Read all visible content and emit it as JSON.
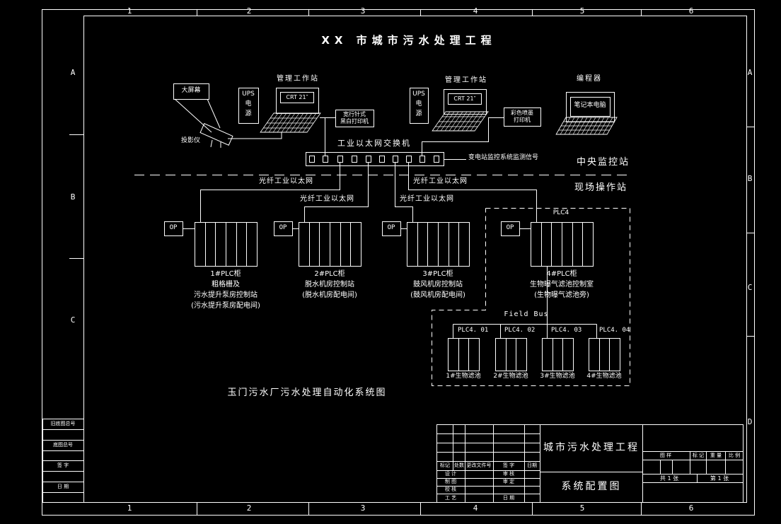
{
  "colors": {
    "background": "#000000",
    "line": "#ffffff"
  },
  "sheet": {
    "title": "XX 市城市污水处理工程",
    "caption": "玉门污水厂污水处理自动化系统图",
    "zones_top": [
      "1",
      "2",
      "3",
      "4",
      "5",
      "6"
    ],
    "zones_bottom": [
      "1",
      "2",
      "3",
      "4",
      "5",
      "6"
    ],
    "zones_left": [
      "A",
      "B",
      "C"
    ],
    "zones_right": [
      "A",
      "B",
      "C",
      "D"
    ]
  },
  "devices": {
    "big_screen": "大屏幕",
    "projector": "投影仪",
    "workstation_label": "管理工作站",
    "ups_lines": [
      "UPS",
      "电",
      "源"
    ],
    "crt": "CRT 21″",
    "printer_bw_lines": [
      "宽行针式",
      "黑白打印机"
    ],
    "printer_color_lines": [
      "彩色喷墨",
      "打印机"
    ],
    "programmer": "编程器",
    "laptop": "笔记本电脑",
    "switch_label": "工业以太网交换机",
    "substation_signal": "变电站监控系统监测信号",
    "central_station": "中央监控站",
    "field_station": "现场操作站",
    "fiber_label": "光纤工业以太网"
  },
  "cabinets": [
    {
      "op": "OP",
      "label_lines": [
        "1#PLC柜",
        "粗格栅及",
        "污水提升泵房控制站",
        "(污水提升泵房配电间)"
      ]
    },
    {
      "op": "OP",
      "label_lines": [
        "2#PLC柜",
        "脱水机房控制站",
        "(脱水机房配电间)"
      ]
    },
    {
      "op": "OP",
      "label_lines": [
        "3#PLC柜",
        "鼓风机房控制站",
        "(鼓风机房配电间)"
      ]
    },
    {
      "op": "OP",
      "plc_tag": "PLC4",
      "label_lines": [
        "4#PLC柜",
        "生物曝气滤池控制室",
        "(生物曝气滤池旁)"
      ]
    }
  ],
  "field_bus": {
    "label": "Field Bus",
    "nodes": [
      {
        "plc": "PLC4. 01",
        "tank": "1#生物滤池"
      },
      {
        "plc": "PLC4. 02",
        "tank": "2#生物滤池"
      },
      {
        "plc": "PLC4. 03",
        "tank": "3#生物滤池"
      },
      {
        "plc": "PLC4. 04",
        "tank": "4#生物滤池"
      }
    ]
  },
  "title_block": {
    "project": "城市污水处理工程",
    "drawing_name": "系统配置图",
    "rev_headers": [
      "标记",
      "处数",
      "更改文件号",
      "签  字",
      "日期"
    ],
    "rows": [
      {
        "l": "设 计",
        "r": "审 核"
      },
      {
        "l": "制 图",
        "r": "审 定"
      },
      {
        "l": "校 核",
        "r": ""
      },
      {
        "l": "工 艺",
        "r": "日 期"
      }
    ],
    "spec_headers": [
      "图 样",
      "标 记",
      "重 量",
      "比 例"
    ],
    "sheet_count": "共 1 张",
    "sheet_index": "第 1 张"
  },
  "side_strip": [
    "旧底图总号",
    "底图总号",
    "签  字",
    "日  期"
  ]
}
